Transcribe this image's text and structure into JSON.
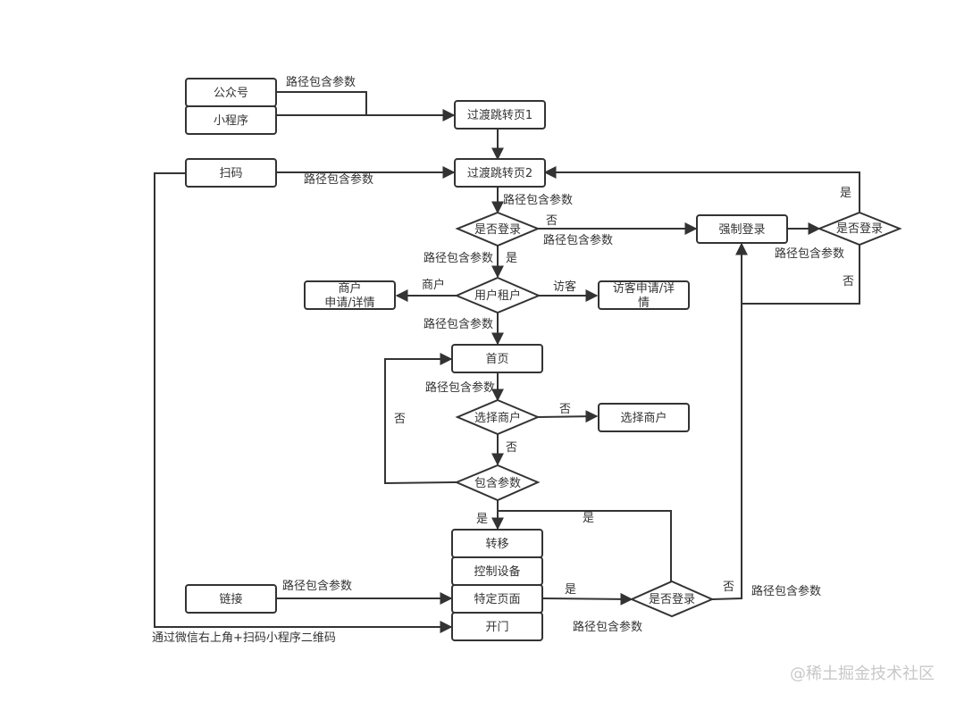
{
  "nodes": {
    "gzh": "公众号",
    "xcx": "小程序",
    "saoma": "扫码",
    "lianjie": "链接",
    "guodu1": "过渡跳转页1",
    "guodu2": "过渡跳转页2",
    "login1": "是否登录",
    "qiangzhi": "强制登录",
    "login2": "是否登录",
    "usertype": "用户租户",
    "shanghu_line1": "商户",
    "shanghu_line2": "申请/详情",
    "fangke_line1": "访客申请/详",
    "fangke_line2": "情",
    "shouye": "首页",
    "xuanze_d": "选择商户",
    "xuanze_r": "选择商户",
    "baohan": "包含参数",
    "zhuanyi": "转移",
    "kongzhi": "控制设备",
    "teding": "特定页面",
    "kaimen": "开门",
    "login3": "是否登录"
  },
  "edge_labels": {
    "path_gzh": "路径包含参数",
    "path_saoma": "路径包含参数",
    "path_guodu2": "路径包含参数",
    "no_login1": "否",
    "path_login1_right": "路径包含参数",
    "path_login1_down": "路径包含参数",
    "yes_login1": "是",
    "yes_login2": "是",
    "path_login2": "路径包含参数",
    "no_login2": "否",
    "shanghu": "商户",
    "fangke": "访客",
    "path_usertype": "路径包含参数",
    "path_shouye": "路径包含参数",
    "no_xuanze_right": "否",
    "no_xuanze_down": "否",
    "no_baohan": "否",
    "yes_baohan": "是",
    "yes_login3_top": "是",
    "path_lianjie": "路径包含参数",
    "yes_teding": "是",
    "path_teding": "路径包含参数",
    "no_login3": "否",
    "path_login3": "路径包含参数",
    "scan_note": "通过微信右上角+扫码小程序二维码"
  },
  "watermark": "@稀土掘金技术社区"
}
